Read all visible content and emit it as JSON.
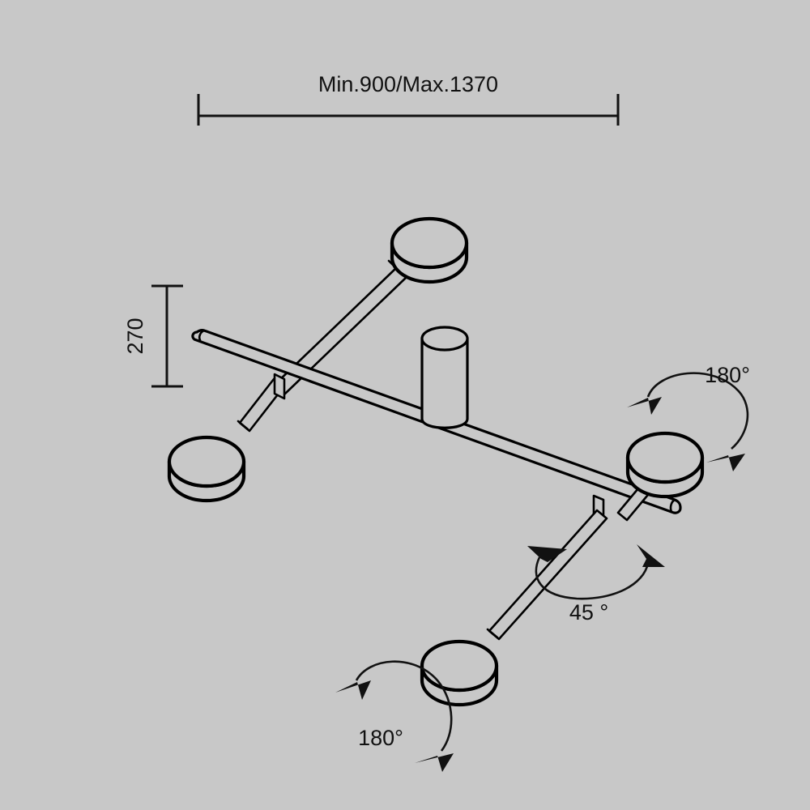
{
  "drawing": {
    "title": "Ceiling light fixture dimension drawing",
    "background_color": "#c8c8c8",
    "line_color": "#000000"
  },
  "dimensions": {
    "width": {
      "label": "Min.900/Max.1370",
      "orientation": "horizontal",
      "unit": "mm",
      "min": 900,
      "max": 1370
    },
    "height": {
      "label": "270",
      "orientation": "vertical",
      "unit": "mm",
      "value": 270
    }
  },
  "annotations": [
    {
      "name": "rotation-right-head",
      "label": "180°",
      "value": 180,
      "unit": "degrees",
      "arrow": "double-curved"
    },
    {
      "name": "tilt-lower-arm",
      "label": "45 °",
      "value": 45,
      "unit": "degrees",
      "arrow": "double-curved"
    },
    {
      "name": "rotation-bottom-head",
      "label": "180°",
      "value": 180,
      "unit": "degrees",
      "arrow": "double-curved"
    }
  ],
  "fixture": {
    "parts": [
      {
        "name": "ceiling-canopy-cylinder",
        "shape": "cylinder"
      },
      {
        "name": "main-bar",
        "shape": "rod"
      },
      {
        "name": "arm-upper-right",
        "shape": "rod"
      },
      {
        "name": "arm-lower-left",
        "shape": "rod"
      },
      {
        "name": "arm-lower-right",
        "shape": "rod"
      },
      {
        "name": "lamp-head-top",
        "shape": "disc"
      },
      {
        "name": "lamp-head-left",
        "shape": "disc"
      },
      {
        "name": "lamp-head-right",
        "shape": "disc"
      },
      {
        "name": "lamp-head-bottom",
        "shape": "disc"
      }
    ],
    "head_count": 4
  }
}
